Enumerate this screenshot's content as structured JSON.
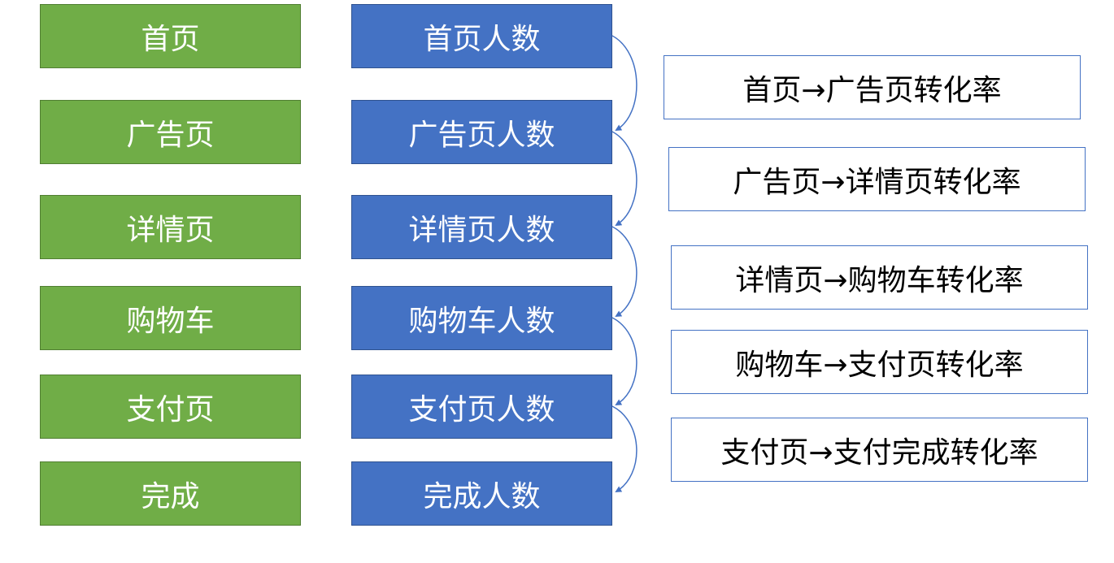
{
  "pages": [
    {
      "page": "首页",
      "count": "首页人数"
    },
    {
      "page": "广告页",
      "count": "广告页人数"
    },
    {
      "page": "详情页",
      "count": "详情页人数"
    },
    {
      "page": "购物车",
      "count": "购物车人数"
    },
    {
      "page": "支付页",
      "count": "支付页人数"
    },
    {
      "page": "完成",
      "count": "完成人数"
    }
  ],
  "rates": [
    "首页→广告页转化率",
    "广告页→详情页转化率",
    "详情页→购物车转化率",
    "购物车→支付页转化率",
    "支付页→支付完成转化率"
  ],
  "colors": {
    "page_box": "#70ad47",
    "count_box": "#4472c4",
    "rate_border": "#4472c4",
    "connector": "#4472c4"
  }
}
